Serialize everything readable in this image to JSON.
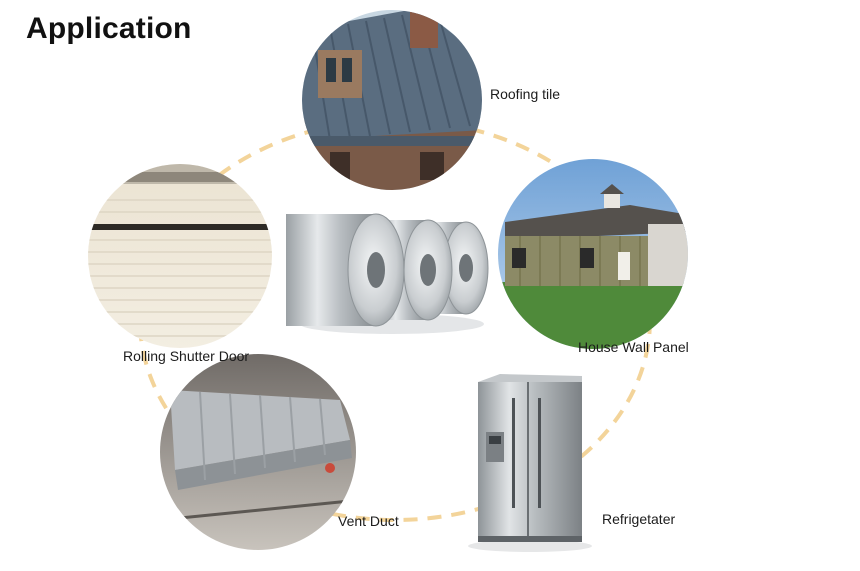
{
  "page": {
    "title": "Application"
  },
  "applications": [
    {
      "label": "Roofing tile",
      "icon": "roofing-tile-photo"
    },
    {
      "label": "House Wall Panel",
      "icon": "house-wall-panel-photo"
    },
    {
      "label": "Rolling Shutter Door",
      "icon": "rolling-shutter-door-photo"
    },
    {
      "label": "Vent Duct",
      "icon": "vent-duct-photo"
    },
    {
      "label": "Refrigetater",
      "icon": "refrigerator-photo"
    }
  ],
  "center": {
    "icon": "steel-coils-photo"
  },
  "colors": {
    "connector": "#f3d49a",
    "title": "#111111"
  }
}
